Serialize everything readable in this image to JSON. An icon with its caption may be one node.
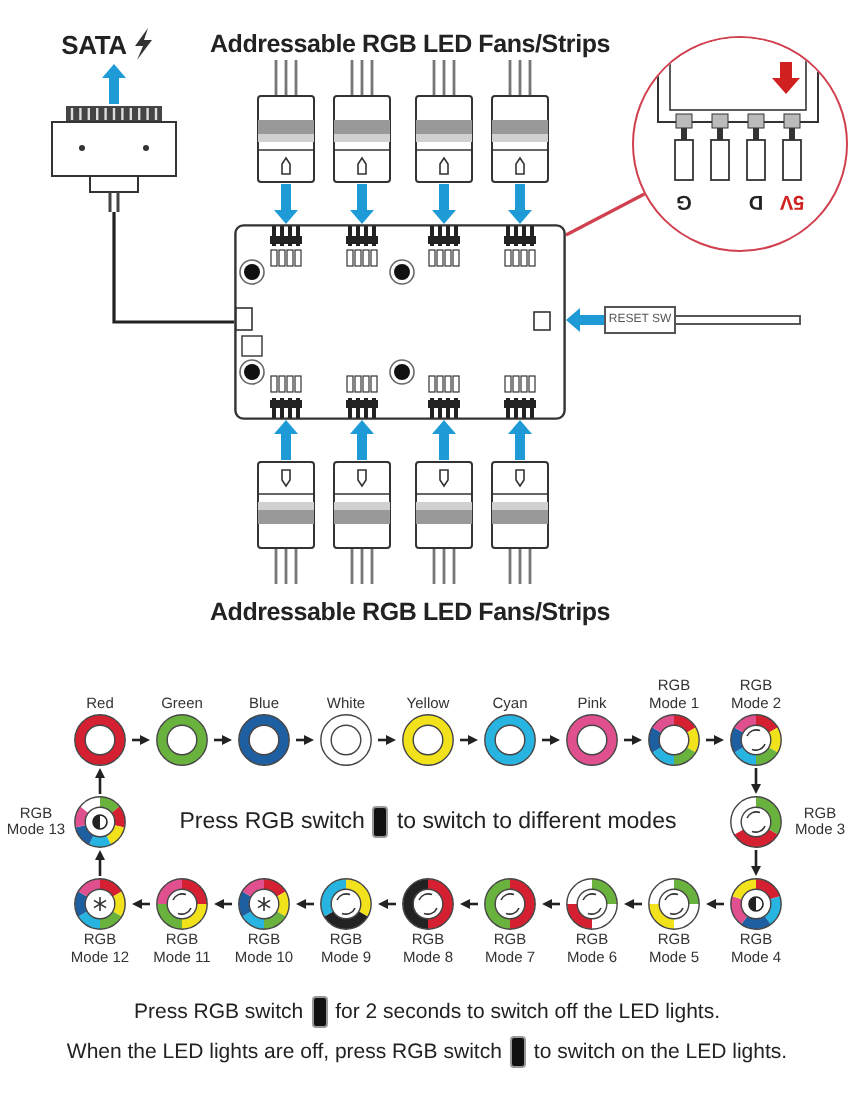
{
  "diagram": {
    "nodes": [
      {
        "text": [
          "SATA"
        ]
      },
      {
        "text": [],
        "shape": "box"
      },
      {
        "text": [],
        "shape": "box"
      },
      {
        "text": [],
        "shape": "box"
      },
      {
        "text": [],
        "shape": "box"
      },
      {
        "text": [],
        "shape": "box"
      },
      {
        "text": [
          "G",
          "D",
          "5V"
        ]
      },
      {
        "text": [],
        "shape": "box"
      },
      {
        "text": [
          "RESET SW"
        ]
      },
      {
        "text": [],
        "shape": "box"
      },
      {
        "text": [],
        "shape": "box"
      },
      {
        "text": [],
        "shape": "box"
      },
      {
        "text": [],
        "shape": "box"
      },
      {
        "text": [
          "Red"
        ]
      },
      {
        "text": [
          "Green"
        ]
      },
      {
        "text": [
          "Blue"
        ]
      },
      {
        "text": [
          "White"
        ]
      },
      {
        "text": [
          "Yellow"
        ]
      },
      {
        "text": [
          "Cyan"
        ]
      },
      {
        "text": [
          "Pink"
        ]
      },
      {
        "text": [
          "RGB Mode 1"
        ]
      },
      {
        "text": [
          "RGB Mode 2"
        ]
      },
      {
        "text": [
          "RGB Mode 13"
        ]
      },
      {
        "text": [
          "RGB Mode 3"
        ]
      },
      {
        "text": [
          "RGB Mode 12"
        ]
      },
      {
        "text": [
          "RGB Mode 11"
        ]
      },
      {
        "text": [
          "RGB Mode 10"
        ]
      },
      {
        "text": [
          "RGB Mode 9"
        ]
      },
      {
        "text": [
          "RGB Mode 8"
        ]
      },
      {
        "text": [
          "RGB Mode 7"
        ]
      },
      {
        "text": [
          "RGB Mode 6"
        ]
      },
      {
        "text": [
          "RGB Mode 5"
        ]
      },
      {
        "text": [
          "RGB Mode 4"
        ]
      }
    ],
    "edges": [
      {
        "from": 1,
        "to": 0,
        "arrow": "to",
        "style": "thick",
        "color": "#1e9bd7"
      },
      {
        "from": 1,
        "to": 7,
        "arrow": "none"
      },
      {
        "from": 2,
        "to": 7,
        "arrow": "to",
        "style": "thick",
        "color": "#1e9bd7"
      },
      {
        "from": 3,
        "to": 7,
        "arrow": "to",
        "style": "thick",
        "color": "#1e9bd7"
      },
      {
        "from": 4,
        "to": 7,
        "arrow": "to",
        "style": "thick",
        "color": "#1e9bd7"
      },
      {
        "from": 5,
        "to": 7,
        "arrow": "to",
        "style": "thick",
        "color": "#1e9bd7"
      },
      {
        "from": 6,
        "to": 7,
        "arrow": "none",
        "color": "#d0404f"
      },
      {
        "from": 8,
        "to": 7,
        "arrow": "to",
        "style": "thick",
        "color": "#1e9bd7"
      },
      {
        "from": 9,
        "to": 7,
        "arrow": "to",
        "style": "thick",
        "color": "#1e9bd7"
      },
      {
        "from": 10,
        "to": 7,
        "arrow": "to",
        "style": "thick",
        "color": "#1e9bd7"
      },
      {
        "from": 11,
        "to": 7,
        "arrow": "to",
        "style": "thick",
        "color": "#1e9bd7"
      },
      {
        "from": 12,
        "to": 7,
        "arrow": "to",
        "style": "thick",
        "color": "#1e9bd7"
      },
      {
        "from": 13,
        "to": 14,
        "arrow": "to"
      },
      {
        "from": 14,
        "to": 15,
        "arrow": "to"
      },
      {
        "from": 15,
        "to": 16,
        "arrow": "to"
      },
      {
        "from": 16,
        "to": 17,
        "arrow": "to"
      },
      {
        "from": 17,
        "to": 18,
        "arrow": "to"
      },
      {
        "from": 18,
        "to": 19,
        "arrow": "to"
      },
      {
        "from": 19,
        "to": 20,
        "arrow": "to"
      },
      {
        "from": 20,
        "to": 21,
        "arrow": "to"
      },
      {
        "from": 21,
        "to": 23,
        "arrow": "to"
      },
      {
        "from": 23,
        "to": 32,
        "arrow": "to"
      },
      {
        "from": 32,
        "to": 31,
        "arrow": "to"
      },
      {
        "from": 31,
        "to": 30,
        "arrow": "to"
      },
      {
        "from": 30,
        "to": 29,
        "arrow": "to"
      },
      {
        "from": 29,
        "to": 28,
        "arrow": "to"
      },
      {
        "from": 28,
        "to": 27,
        "arrow": "to"
      },
      {
        "from": 27,
        "to": 26,
        "arrow": "to"
      },
      {
        "from": 26,
        "to": 25,
        "arrow": "to"
      },
      {
        "from": 25,
        "to": 24,
        "arrow": "to"
      },
      {
        "from": 24,
        "to": 22,
        "arrow": "to"
      },
      {
        "from": 22,
        "to": 13,
        "arrow": "to"
      }
    ],
    "labels": [
      "Addressable RGB LED Fans/Strips",
      "Addressable RGB LED Fans/Strips",
      "Press RGB switch",
      "to switch to different modes",
      "Press RGB switch",
      "for 2 seconds to switch off the LED lights.",
      "When the LED lights are off, press RGB switch",
      "to switch on the LED lights."
    ]
  }
}
